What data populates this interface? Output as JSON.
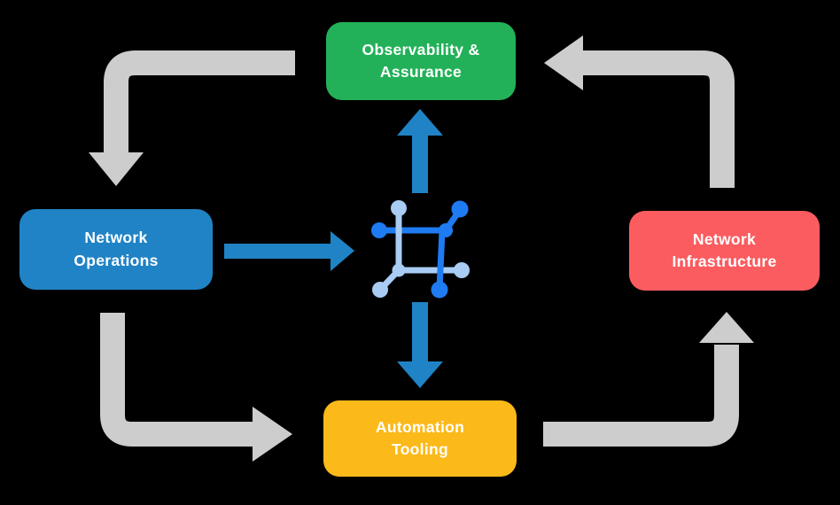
{
  "background_color": "#000000",
  "diagram": {
    "nodes": {
      "observability": {
        "line1": "Observability &",
        "line2": "Assurance",
        "color": "#22B158",
        "text_color": "#FFFFFF"
      },
      "operations": {
        "line1": "Network",
        "line2": "Operations",
        "color": "#2083C5",
        "text_color": "#FFFFFF"
      },
      "infrastructure": {
        "line1": "Network",
        "line2": "Infrastructure",
        "color": "#FB5C60",
        "text_color": "#FFFFFF"
      },
      "automation": {
        "line1": "Automation",
        "line2": "Tooling",
        "color": "#FBB91A",
        "text_color": "#FFFFFF"
      }
    },
    "arrows": {
      "gray_color": "#CDCDCD",
      "blue_color": "#2083C5",
      "cycle": [
        {
          "from": "Observability & Assurance",
          "to": "Network Operations"
        },
        {
          "from": "Network Operations",
          "to": "Automation Tooling"
        },
        {
          "from": "Automation Tooling",
          "to": "Network Infrastructure"
        },
        {
          "from": "Network Infrastructure",
          "to": "Observability & Assurance"
        }
      ],
      "center": [
        {
          "from": "Network Operations",
          "to": "center-icon",
          "direction": "right"
        },
        {
          "from": "center-icon",
          "to": "Observability & Assurance",
          "direction": "up"
        },
        {
          "from": "center-icon",
          "to": "Automation Tooling",
          "direction": "down"
        }
      ]
    },
    "center_icon": {
      "name": "network-hub-icon",
      "primary_color": "#1E7BF2",
      "secondary_color": "#A9CCF4"
    }
  }
}
